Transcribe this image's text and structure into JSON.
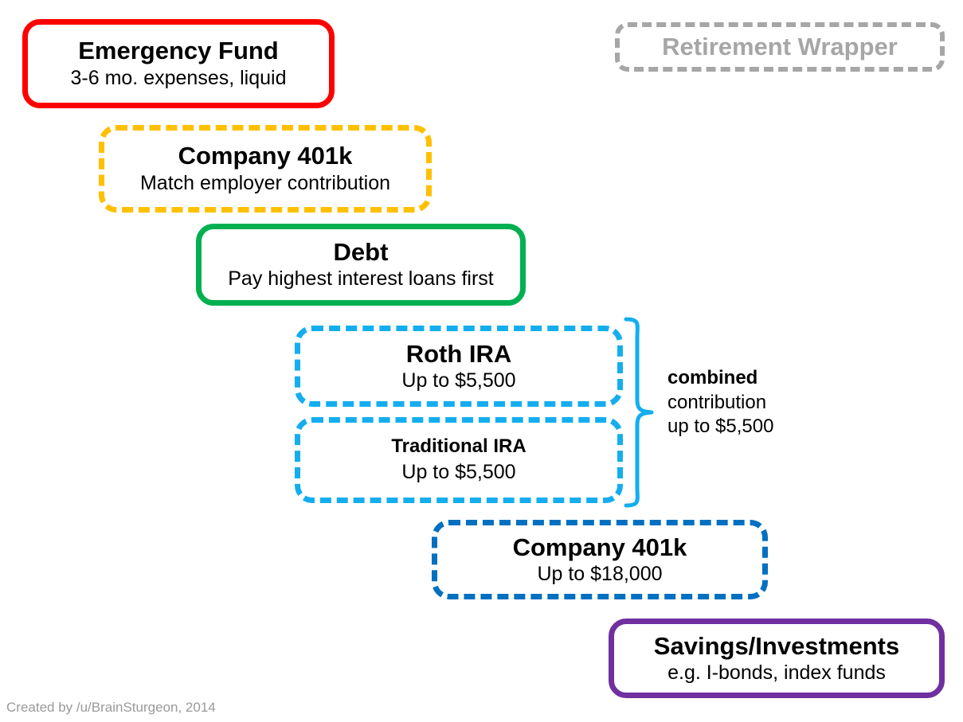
{
  "legend": {
    "label": "Retirement Wrapper",
    "border_color": "#A6A6A6",
    "text_color": "#A6A6A6",
    "style": "dashed"
  },
  "steps": [
    {
      "id": "emergency",
      "title": "Emergency Fund",
      "subtitle": "3-6 mo. expenses, liquid",
      "color": "#FF0000",
      "border_style": "solid"
    },
    {
      "id": "401k-match",
      "title": "Company 401k",
      "subtitle": "Match employer contribution",
      "color": "#FFC000",
      "border_style": "dashed"
    },
    {
      "id": "debt",
      "title": "Debt",
      "subtitle": "Pay highest interest loans first",
      "color": "#00B050",
      "border_style": "solid"
    },
    {
      "id": "roth",
      "title": "Roth IRA",
      "subtitle": "Up to $5,500",
      "color": "#14AEEF",
      "border_style": "dashed"
    },
    {
      "id": "traditional",
      "title": "Traditional IRA",
      "subtitle": "Up to $5,500",
      "color": "#14AEEF",
      "border_style": "dashed"
    },
    {
      "id": "401k-max",
      "title": "Company 401k",
      "subtitle": "Up to $18,000",
      "color": "#0070C0",
      "border_style": "dashed"
    },
    {
      "id": "savings",
      "title": "Savings/Investments",
      "subtitle": "e.g. I-bonds, index funds",
      "color": "#7030A0",
      "border_style": "solid"
    }
  ],
  "combined_note": {
    "line1": "combined",
    "line2": "contribution",
    "line3": "up to $5,500",
    "brace_color": "#14AEEF"
  },
  "credit": "Created by /u/BrainSturgeon, 2014"
}
